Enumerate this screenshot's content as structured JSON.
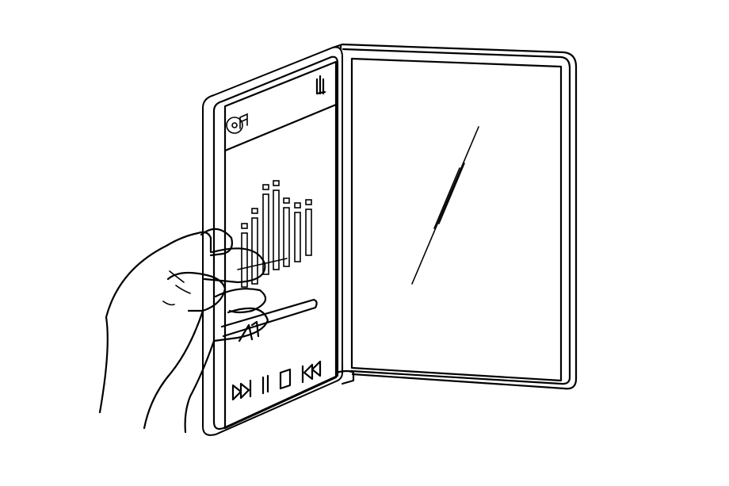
{
  "figure": {
    "subject": "foldable-device-music-player",
    "line_color": "#000000",
    "background_color": "#ffffff"
  },
  "left_screen": {
    "status_bar": {
      "app_icon": "music-disc-icon",
      "signal_icon": "signal-bars-icon"
    },
    "equalizer": {
      "bar_count": 7
    },
    "controls": [
      "fast-forward-icon",
      "pause-icon",
      "stop-icon",
      "rewind-icon"
    ]
  },
  "right_screen": {
    "state": "blank",
    "glare_icon": "screen-glare-icon"
  }
}
